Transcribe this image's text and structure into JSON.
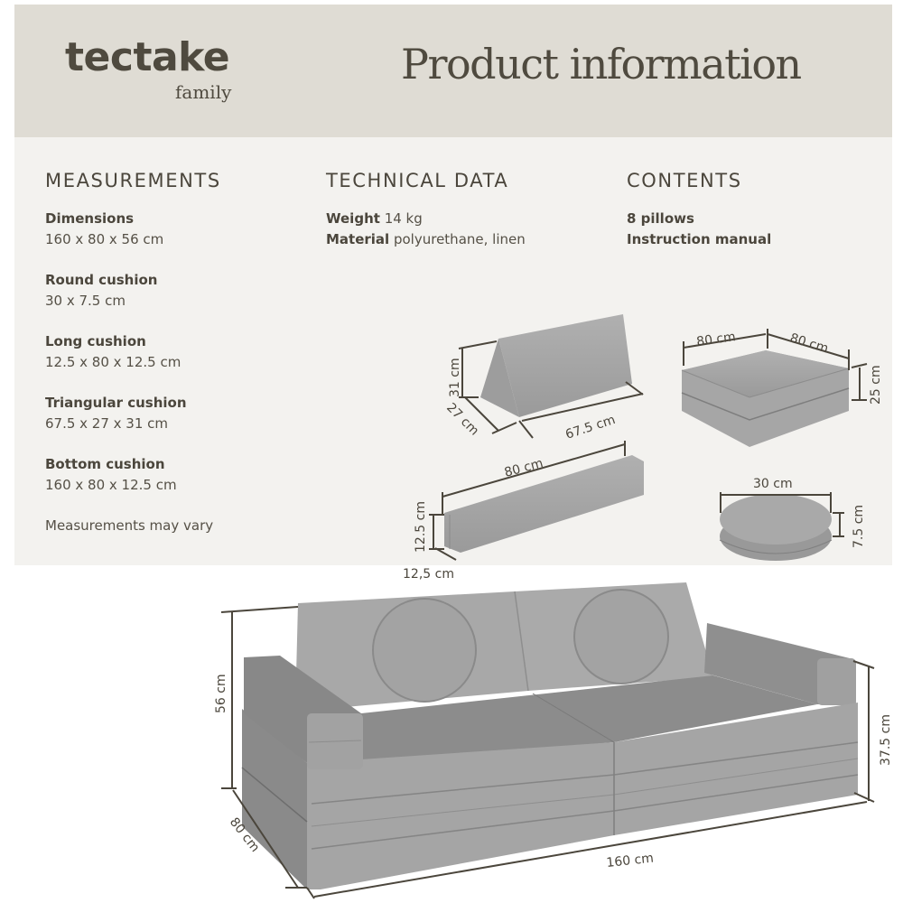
{
  "header": {
    "brand": "tectake",
    "brand_sub": "family",
    "title": "Product information"
  },
  "measurements": {
    "heading": "MEASUREMENTS",
    "items": [
      {
        "label": "Dimensions",
        "value": "160 x 80 x 56 cm"
      },
      {
        "label": "Round cushion",
        "value": "30 x 7.5 cm"
      },
      {
        "label": "Long cushion",
        "value": "12.5 x 80 x 12.5 cm"
      },
      {
        "label": "Triangular cushion",
        "value": "67.5 x 27 x 31 cm"
      },
      {
        "label": "Bottom cushion",
        "value": "160 x 80 x 12.5 cm"
      }
    ],
    "note": "Measurements may vary"
  },
  "technical_data": {
    "heading": "TECHNICAL DATA",
    "items": [
      {
        "label": "Weight",
        "value": "14 kg"
      },
      {
        "label": "Material",
        "value": "polyurethane, linen"
      }
    ]
  },
  "contents": {
    "heading": "CONTENTS",
    "items": [
      "8 pillows",
      "Instruction manual"
    ]
  },
  "diagrams": {
    "triangular": {
      "height": "31 cm",
      "depth": "27 cm",
      "length": "67.5 cm"
    },
    "stack": {
      "width": "80 cm",
      "depth": "80 cm",
      "height": "25 cm"
    },
    "long": {
      "length": "80 cm",
      "height": "12.5 cm",
      "depth": "12,5 cm"
    },
    "round": {
      "diameter": "30 cm",
      "height": "7.5 cm"
    },
    "sofa": {
      "height": "56 cm",
      "depth": "80 cm",
      "width": "160 cm",
      "seat_height": "37.5 cm"
    }
  },
  "colors": {
    "header_bg": "#dfdcd4",
    "panel_bg": "#f3f2ef",
    "text": "#4b463c",
    "fabric": "#a3a3a3"
  }
}
